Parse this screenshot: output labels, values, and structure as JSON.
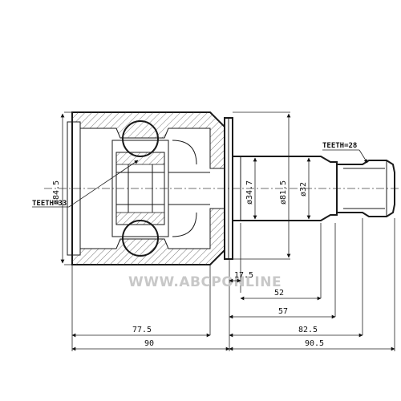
{
  "watermark": "WWW.ABCPONLINE",
  "labels": {
    "teeth_inner": "TEETH=33",
    "teeth_outer": "TEETH=28"
  },
  "diameters": {
    "d_outer": "ø84.5",
    "d_shaft": "ø34.7",
    "d_flange": "ø81.5",
    "d_spline": "ø32"
  },
  "lengths": {
    "l_17_5": "17.5",
    "l_52": "52",
    "l_57": "57",
    "l_77_5": "77.5",
    "l_82_5": "82.5",
    "l_90": "90",
    "l_90_5": "90.5"
  },
  "colors": {
    "line": "#1a1a1a",
    "hatch": "#555555",
    "watermark": "#c8c8c8"
  }
}
